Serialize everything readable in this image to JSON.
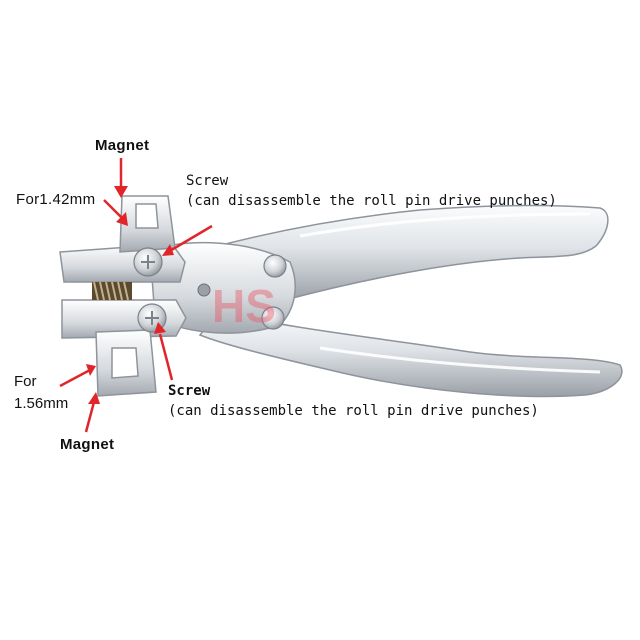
{
  "labels": {
    "magnet_top": "Magnet",
    "for_142": "For1.42mm",
    "screw_top_title": "Screw",
    "screw_top_note": "(can disassemble the roll pin drive punches)",
    "for_156_line1": "For",
    "for_156_line2": "1.56mm",
    "screw_bottom_title": "Screw",
    "screw_bottom_note": "(can disassemble the roll pin drive punches)",
    "magnet_bottom": "Magnet"
  },
  "watermark": {
    "text": "HS",
    "color": "#e85a6a"
  },
  "colors": {
    "arrow": "#e0262a",
    "metal_light": "#f2f4f6",
    "metal_mid": "#c9cdd2",
    "metal_dark": "#8e949b",
    "spring": "#6b5a3e"
  }
}
